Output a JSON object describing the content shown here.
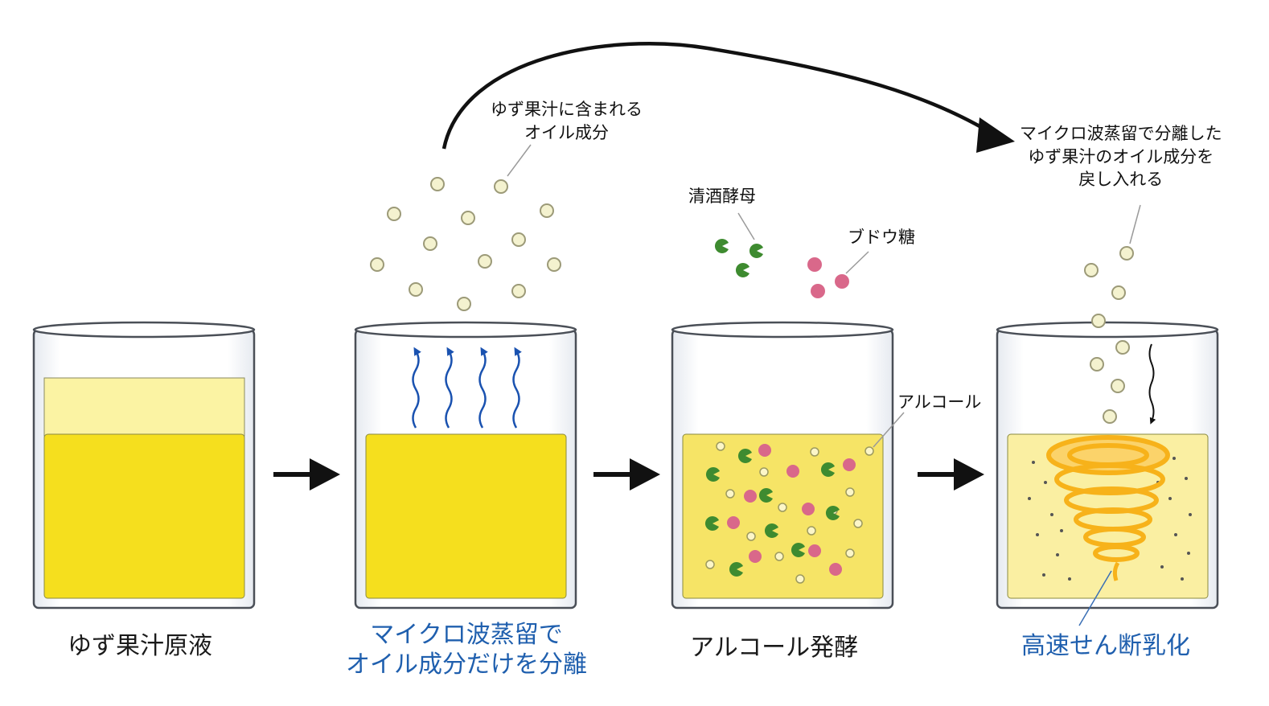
{
  "steps": [
    {
      "label": "ゆず果汁原液"
    },
    {
      "label_line1": "マイクロ波蒸留で",
      "label_line2": "オイル成分だけを分離"
    },
    {
      "label": "アルコール発酵"
    },
    {
      "label": "高速せん断乳化"
    }
  ],
  "annotations": {
    "oil_line1": "ゆず果汁に含まれる",
    "oil_line2": "オイル成分",
    "yeast": "清酒酵母",
    "glucose": "ブドウ糖",
    "alcohol": "アルコール",
    "return_line1": "マイクロ波蒸留で分離した",
    "return_line2": "ゆず果汁のオイル成分を",
    "return_line3": "戻し入れる"
  },
  "colors": {
    "liquid": "#f5df1e",
    "liquid_pale": "#fbf3a3",
    "liquid_fermented": "#f6e466",
    "liquid_emulsion": "#faefa2",
    "oil_droplet": "#f4f2cf",
    "yeast": "#3e8b30",
    "glucose": "#d9688a",
    "vapor": "#1a52b0",
    "vortex": "#f7b21a",
    "arrow": "#111111",
    "caption_blue": "#1f5fae"
  },
  "icons": {
    "flow_arrow": "right-arrow-icon",
    "return_arrow": "curved-arrow-icon",
    "vapor": "wavy-up-arrow-icon",
    "vortex": "tornado-icon"
  }
}
